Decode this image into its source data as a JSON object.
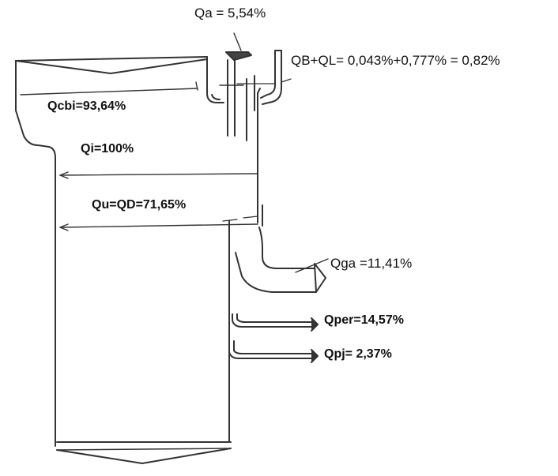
{
  "diagram": {
    "labels": {
      "qa": "Qa = 5,54%",
      "qb_ql": "QB+QL= 0,043%+0,777% = 0,82%",
      "qcbi": "Qcbi=93,64%",
      "qi": "Qi=100%",
      "qu_qd": "Qu=QD=71,65%",
      "qga": "Qga =11,41%",
      "qper": "Qper=14,57%",
      "qpj": "Qpj= 2,37%"
    },
    "colors": {
      "ink": "#333333",
      "text": "#111111",
      "background": "#ffffff"
    }
  }
}
